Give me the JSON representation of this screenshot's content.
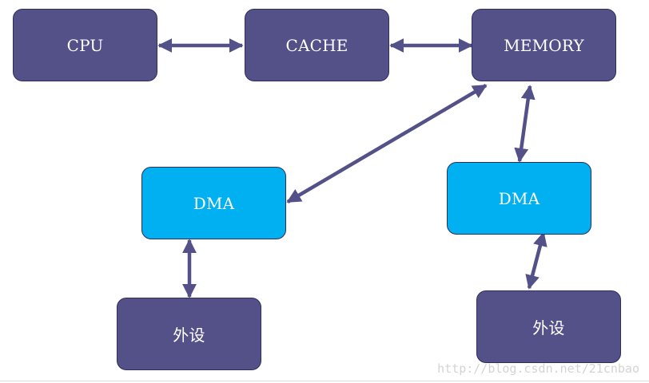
{
  "nodes": {
    "cpu": "CPU",
    "cache": "CACHE",
    "memory": "MEMORY",
    "dma_left": "DMA",
    "dma_right": "DMA",
    "peripheral_left": "外设",
    "peripheral_right": "外设"
  },
  "watermark": "http://blog.csdn.net/21cnbao",
  "colors": {
    "processor_fill": "#545189",
    "dma_fill": "#00b0f0",
    "arrow": "#545189",
    "border": "#2f2d5c"
  },
  "connections": [
    {
      "from": "cpu",
      "to": "cache",
      "bidirectional": true
    },
    {
      "from": "cache",
      "to": "memory",
      "bidirectional": true
    },
    {
      "from": "memory",
      "to": "dma_left",
      "bidirectional": true
    },
    {
      "from": "memory",
      "to": "dma_right",
      "bidirectional": true
    },
    {
      "from": "dma_left",
      "to": "peripheral_left",
      "bidirectional": true
    },
    {
      "from": "dma_right",
      "to": "peripheral_right",
      "bidirectional": true
    }
  ]
}
